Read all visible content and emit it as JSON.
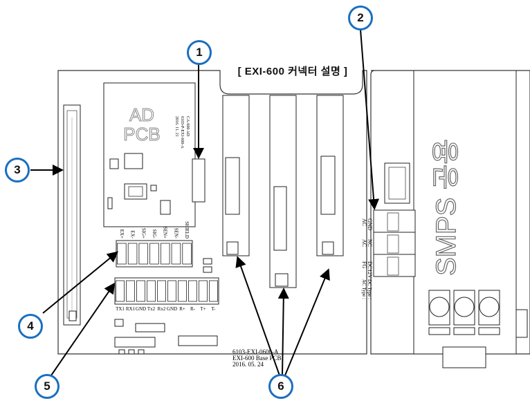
{
  "title": "[ EXI-600 커넥터 설명 ]",
  "callouts": [
    "1",
    "2",
    "3",
    "4",
    "5",
    "6"
  ],
  "ad_pcb": {
    "label_line1": "AD",
    "label_line2": "PCB",
    "side_text_1": "6103-P-EXI-600-A",
    "side_text_2": "2016. 11. 21",
    "side_text_3": "CA-600 AD"
  },
  "smps": {
    "label": "SMPS 공용"
  },
  "terminal_top_labels": [
    "EX+",
    "EX-",
    "SIG+",
    "SIG-",
    "SEN+",
    "SEN-",
    "SHIELD"
  ],
  "terminal_bottom_labels": [
    "TX1",
    "RX1",
    "GND",
    "Tx2",
    "Rx2",
    "GND",
    "R+",
    "R-",
    "T+",
    "T-"
  ],
  "power_labels": {
    "ac_gnd": [
      "AC",
      "GND"
    ],
    "ac_nc": [
      "AC",
      "NC"
    ],
    "fg_dc": [
      "FG",
      "DC12V"
    ],
    "type_text": [
      "AC Type :",
      "DC Type :"
    ]
  },
  "footer_text": [
    "6103-EXI-0600-A",
    "EXI-600 Base PCB",
    "2016. 05. 24"
  ],
  "colors": {
    "callout_border": "#1a6fbf",
    "line": "#222222",
    "board_fill": "#ffffff"
  },
  "icons": {
    "arrow": "arrow-icon",
    "capacitor": "capacitor-icon"
  }
}
